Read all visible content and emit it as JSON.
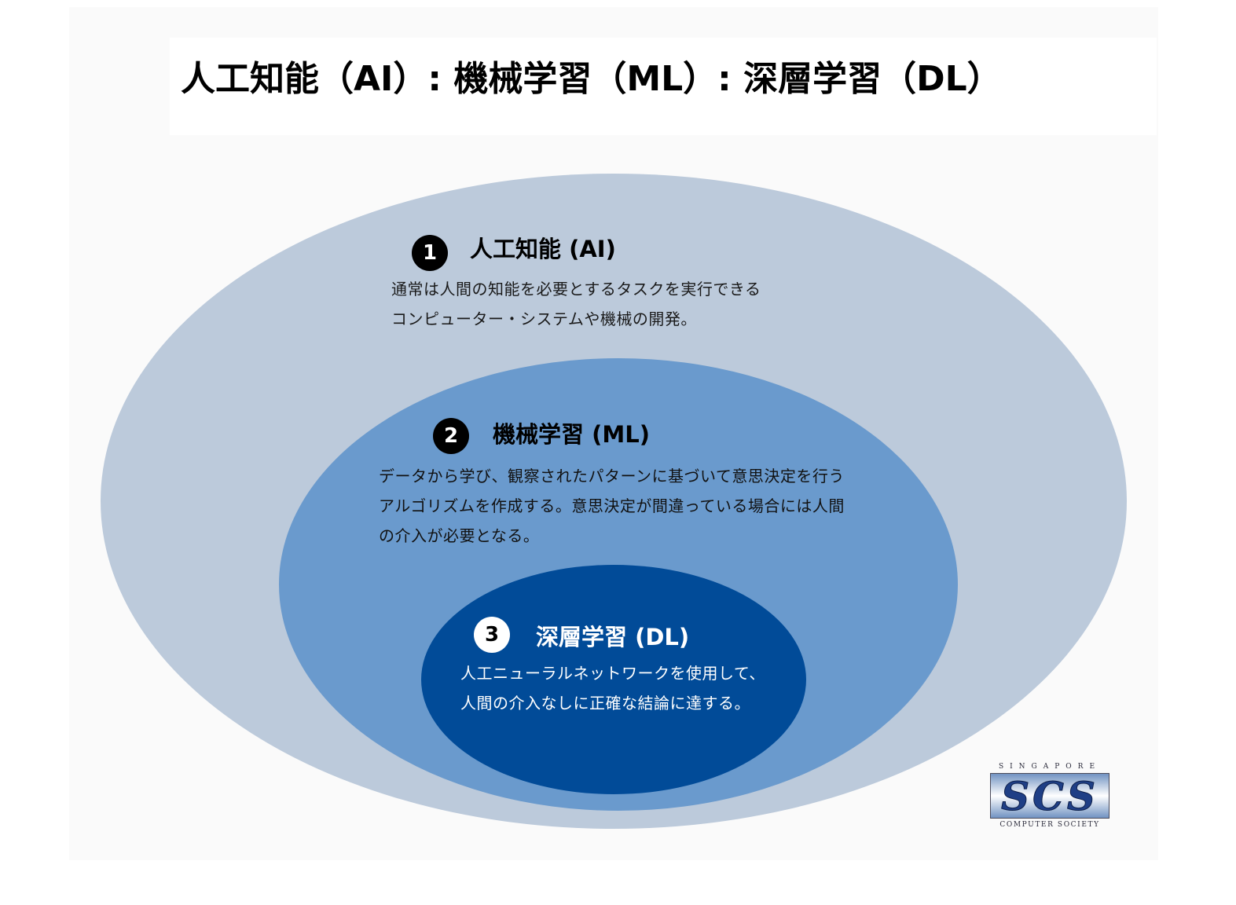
{
  "title": "人工知能（AI）: 機械学習（ML）: 深層学習（DL）",
  "colors": {
    "ai_ring": "#bccadb",
    "ml_ring": "#6a9acd",
    "dl_core": "#014b98",
    "badge_dark": "#000000",
    "badge_light": "#ffffff"
  },
  "sections": {
    "ai": {
      "number": "1",
      "heading": "人工知能  (AI)",
      "lines": [
        "通常は人間の知能を必要とするタスクを実行できる",
        "コンピューター・システムや機械の開発。"
      ]
    },
    "ml": {
      "number": "2",
      "heading": "機械学習  (ML)",
      "lines": [
        "データから学び、観察されたパターンに基づいて意思決定を行う",
        "アルゴリズムを作成する。意思決定が間違っている場合には人間",
        "の介入が必要となる。"
      ]
    },
    "dl": {
      "number": "3",
      "heading": "深層学習 (DL)",
      "lines": [
        "人工ニューラルネットワークを使用して、",
        "人間の介入なしに正確な結論に達する。"
      ]
    }
  },
  "logo": {
    "top_text": "SINGAPORE",
    "mark_text": "SCS",
    "bottom_text": "COMPUTER SOCIETY"
  }
}
